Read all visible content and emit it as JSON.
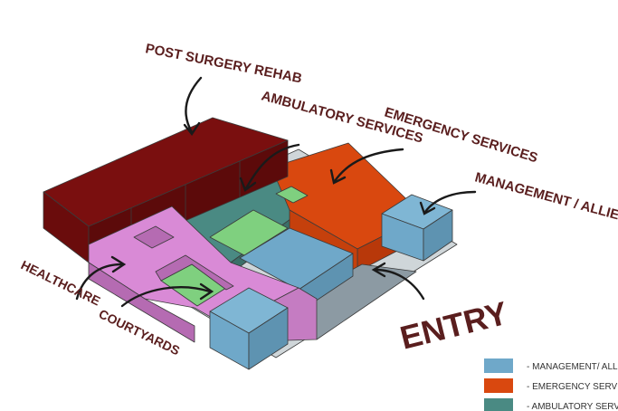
{
  "colors": {
    "management": "#6fa8c9",
    "emergency": "#d9480f",
    "ambulatory": "#4a8a83",
    "rehab": "#7a0f0f",
    "healthcare": "#d98ad6",
    "courtyard": "#7fd07f",
    "entry": "#8c9aa3",
    "label": "#5a1e1e"
  },
  "labels": {
    "post_surgery_rehab": "POST SURGERY REHAB",
    "ambulatory_services": "AMBULATORY SERVICES",
    "emergency_services": "EMERGENCY SERVICES",
    "management_allied": "MANAGEMENT / ALLIED",
    "healthcare": "HEALTHCARE",
    "courtyards": "COURTYARDS",
    "entry": "ENTRY"
  },
  "legend": {
    "items": [
      {
        "label": "- MANAGEMENT/ ALLIED",
        "color": "#6fa8c9"
      },
      {
        "label": "- EMERGENCY SERVICE",
        "color": "#d9480f"
      },
      {
        "label": "- AMBULATORY SERVICE",
        "color": "#4a8a83"
      }
    ]
  }
}
